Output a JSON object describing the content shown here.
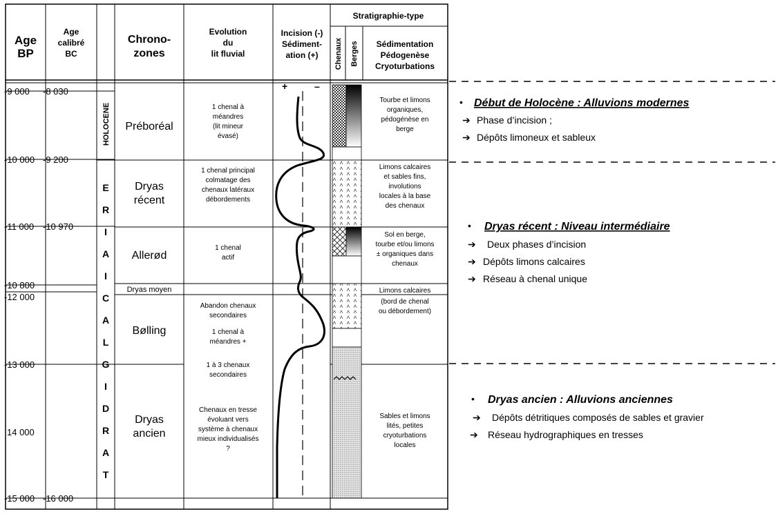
{
  "headers": {
    "age_bp": [
      "Age",
      "BP"
    ],
    "age_cal": [
      "Age",
      "calibré",
      "BC"
    ],
    "chrono": [
      "Chrono-",
      "zones"
    ],
    "evolution": [
      "Evolution",
      "du",
      "lit fluvial"
    ],
    "incision": [
      "Incision (-)",
      "Sédiment-",
      "ation (+)"
    ],
    "strat_title": "Stratigraphie-type",
    "chenaux": "Chenaux",
    "berges": "Berges",
    "sedim": [
      "Sédimentation",
      "Pédogenèse",
      "Cryoturbations"
    ],
    "plus": "+",
    "minus": "–"
  },
  "ages_bp": [
    "-9 000",
    "-10 000",
    "-11 000",
    "-10 800",
    "-12 000",
    "-13 000",
    "14 000",
    "-15 000"
  ],
  "ages_cal": [
    "-8 030",
    "-9 200",
    "-10 970",
    "-16 000"
  ],
  "period_labels": {
    "holocene": "HOLOCENE",
    "tardiglaciaire": [
      "T",
      "A",
      "R",
      "D",
      "I",
      "G",
      "L",
      "A",
      "C",
      "I",
      "A",
      "I",
      "R",
      "E"
    ]
  },
  "chronozones": {
    "preboreal": "Préboréal",
    "dryas_recent": [
      "Dryas",
      "récent"
    ],
    "allerod": "Allerød",
    "dryas_moyen": "Dryas moyen",
    "bolling": "Bølling",
    "dryas_ancien": [
      "Dryas",
      "ancien"
    ]
  },
  "evolution": {
    "preboreal": [
      "1 chenal à",
      "méandres",
      "(lit mineur",
      "évasé)"
    ],
    "dryas_recent": [
      "1 chenal principal",
      "colmatage des",
      "chenaux latéraux",
      "débordements"
    ],
    "allerod": [
      "1 chenal",
      "actif"
    ],
    "bolling_a": [
      "Abandon chenaux",
      "secondaires"
    ],
    "bolling_b": [
      "1 chenal à",
      "méandres +",
      "1 à 3 chenaux",
      "secondaires"
    ],
    "dryas_ancien": [
      "Chenaux en tresse",
      "évoluant vers",
      "système à chenaux",
      "mieux individualisés",
      "?"
    ]
  },
  "sedimentation": {
    "preboreal": [
      "Tourbe et limons",
      "organiques,",
      "pédogénèse en",
      "berge"
    ],
    "dryas_recent": [
      "Limons calcaires",
      "et sables fins,",
      "involutions",
      "locales à la base",
      "des chenaux"
    ],
    "allerod": [
      "Sol en berge,",
      "tourbe et/ou limons",
      "± organiques dans",
      "chenaux"
    ],
    "dryas_moyen_bolling": [
      "Limons calcaires",
      "(bord de chenal",
      "ou débordement)"
    ],
    "dryas_ancien": [
      "Sables et limons",
      "lités, petites",
      "cryoturbations",
      "locales"
    ]
  },
  "notes": [
    {
      "bullet": "•",
      "title": "Début de Holocène : Alluvions modernes",
      "lines": [
        "Phase d’incision ;",
        "Dépôts limoneux et sableux"
      ]
    },
    {
      "bullet": "•",
      "title": "Dryas  récent : Niveau intermédiaire",
      "lines": [
        "Deux phases d’incision",
        "Dépôts limons calcaires",
        "Réseau à chenal unique"
      ]
    },
    {
      "bullet": "•",
      "title": "Dryas  ancien : Alluvions anciennes",
      "lines": [
        "Dépôts détritiques composés de sables et gravier",
        "Réseau hydrographiques en tresses"
      ]
    }
  ],
  "arrow_glyph": "➔"
}
